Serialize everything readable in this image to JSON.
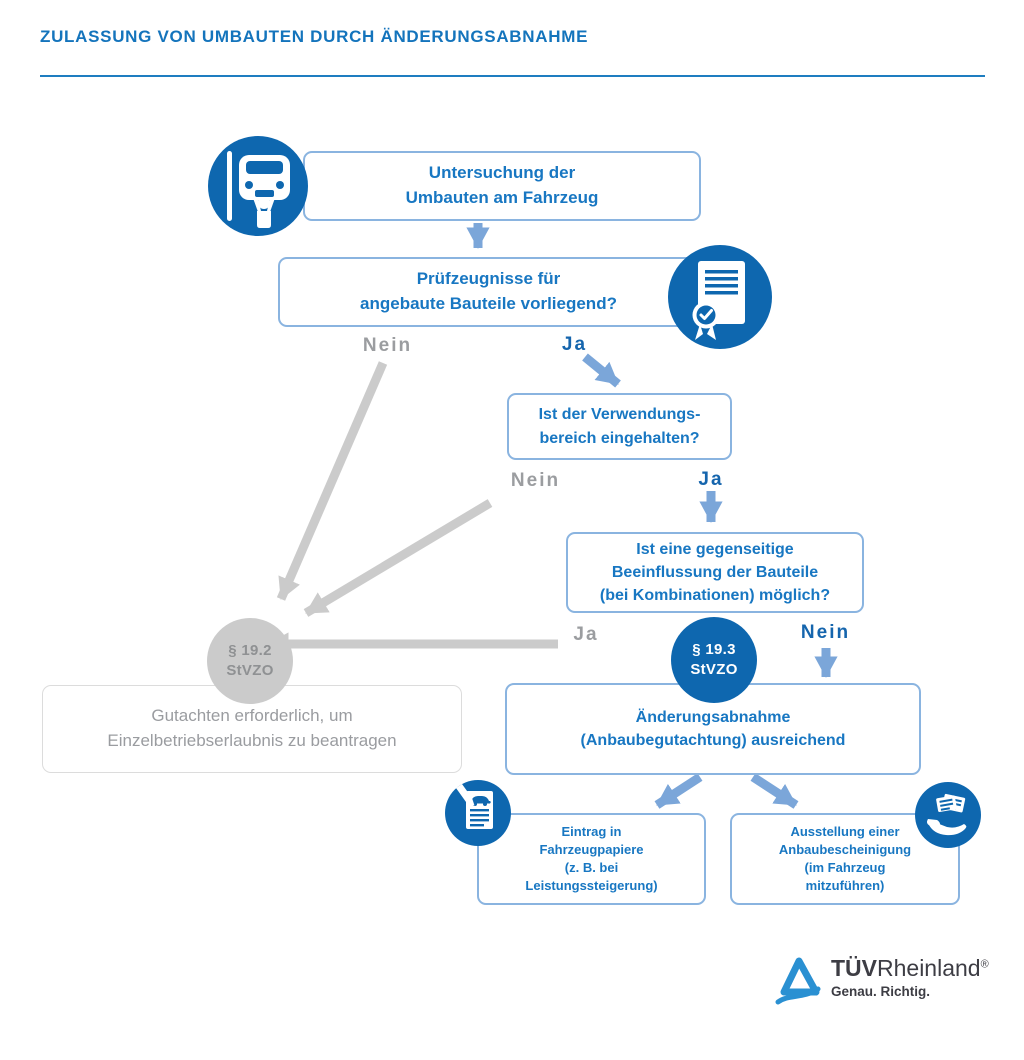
{
  "title": "ZULASSUNG VON UMBAUTEN DURCH ÄNDERUNGSABNAHME",
  "flow": {
    "box1": [
      "Untersuchung der",
      "Umbauten am Fahrzeug"
    ],
    "box2": [
      "Prüfzeugnisse für",
      "angebaute Bauteile vorliegend?"
    ],
    "box3": [
      "Ist der Verwendungs-",
      "bereich eingehalten?"
    ],
    "box4": [
      "Ist eine gegenseitige",
      "Beeinflussung der Bauteile",
      "(bei Kombinationen) möglich?"
    ],
    "box5": [
      "Änderungsabnahme",
      "(Anbaubegutachtung) ausreichend"
    ],
    "box6": [
      "Gutachten erforderlich, um",
      "Einzelbetriebserlaubnis zu beantragen"
    ],
    "box7": [
      "Eintrag in",
      "Fahrzeugpapiere",
      "(z. B. bei",
      "Leistungssteigerung)"
    ],
    "box8": [
      "Ausstellung einer",
      "Anbaubescheinigung",
      "(im Fahrzeug",
      "mitzuführen)"
    ]
  },
  "badges": {
    "p19_2": [
      "§ 19.2",
      "StVZO"
    ],
    "p19_3": [
      "§ 19.3",
      "StVZO"
    ]
  },
  "labels": {
    "no1": "Nein",
    "yes1": "Ja",
    "no2": "Nein",
    "yes2": "Ja",
    "yes3": "Ja",
    "no3": "Nein"
  },
  "logo": {
    "tuv": "TÜV",
    "rheinland": "Rheinland",
    "registered": "®",
    "tagline": "Genau. Richtig."
  },
  "icons": {
    "car_lift": "car-on-lift-icon",
    "certificate": "certificate-seal-icon",
    "doc_pencil": "document-pencil-car-icon",
    "hand_doc": "hand-with-documents-icon",
    "tuv_triangle": "tuv-triangle-icon"
  },
  "colors": {
    "brand_blue": "#0e67af",
    "box_border_blue": "#8ab4e0",
    "text_blue": "#1877c2",
    "arrow_blue": "#7ba6d9",
    "gray": "#cbcbcb",
    "text_gray": "#9a9ca0"
  }
}
